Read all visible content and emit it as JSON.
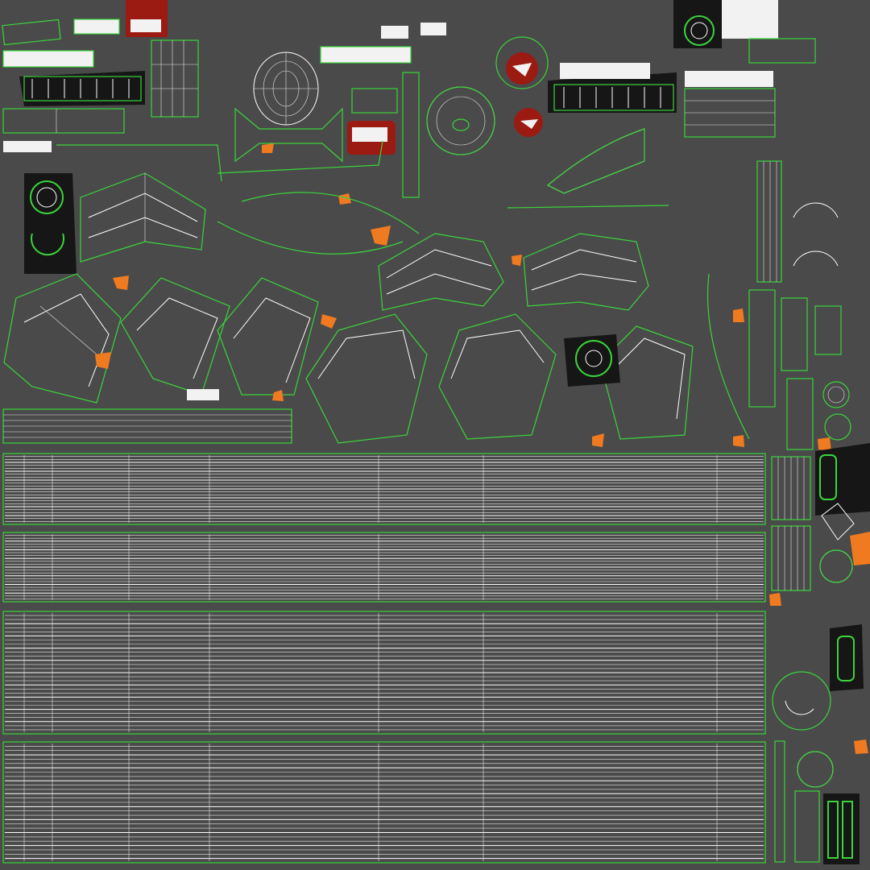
{
  "texture": {
    "background": "#4a4a4a",
    "island_background": "#525252",
    "wire_color": "#ffffff",
    "seam_color": "#3bd43b",
    "accent_orange": "#f07a1f",
    "accent_red": "#9b1a12",
    "dark_island": "#161616"
  },
  "strip_panels": {
    "count": 4,
    "lines_per_panel": [
      24,
      24,
      30,
      28
    ]
  },
  "icons": [
    "orange-marker-icon",
    "ring-icon",
    "red-label-icon"
  ]
}
